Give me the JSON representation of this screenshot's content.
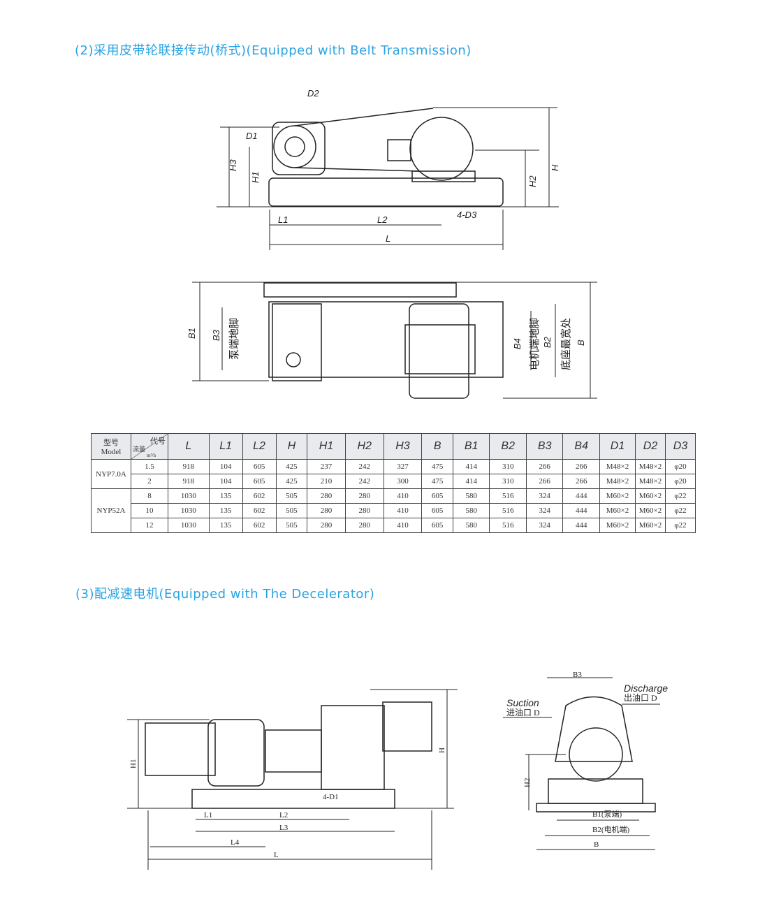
{
  "section2": {
    "title": "(2)采用皮带轮联接传动(桥式)(Equipped with Belt Transmission)",
    "side_labels": {
      "D2": "D2",
      "D1": "D1",
      "H3": "H3",
      "H1": "H1",
      "H2": "H2",
      "H": "H",
      "L1": "L1",
      "L2": "L2",
      "D3": "4-D3",
      "L": "L"
    },
    "top_labels": {
      "B1": "B1",
      "B3": "B3",
      "B3_cn": "泵端地脚",
      "B4": "B4",
      "B4_cn": "电机端地脚",
      "B2": "B2",
      "B2_cn": "底座最宽处",
      "B": "B"
    }
  },
  "table": {
    "corner": {
      "model_cn": "型号",
      "model_en": "Model",
      "code": "代号",
      "flow": "流量",
      "unit": "m³/h"
    },
    "headers": [
      "L",
      "L1",
      "L2",
      "H",
      "H1",
      "H2",
      "H3",
      "B",
      "B1",
      "B2",
      "B3",
      "B4",
      "D1",
      "D2",
      "D3"
    ],
    "groups": [
      {
        "model": "NYP7.0A",
        "rows": [
          [
            "1.5",
            "918",
            "104",
            "605",
            "425",
            "237",
            "242",
            "327",
            "475",
            "414",
            "310",
            "266",
            "266",
            "M48×2",
            "M48×2",
            "φ20"
          ],
          [
            "2",
            "918",
            "104",
            "605",
            "425",
            "210",
            "242",
            "300",
            "475",
            "414",
            "310",
            "266",
            "266",
            "M48×2",
            "M48×2",
            "φ20"
          ]
        ]
      },
      {
        "model": "NYP52A",
        "rows": [
          [
            "8",
            "1030",
            "135",
            "602",
            "505",
            "280",
            "280",
            "410",
            "605",
            "580",
            "516",
            "324",
            "444",
            "M60×2",
            "M60×2",
            "φ22"
          ],
          [
            "10",
            "1030",
            "135",
            "602",
            "505",
            "280",
            "280",
            "410",
            "605",
            "580",
            "516",
            "324",
            "444",
            "M60×2",
            "M60×2",
            "φ22"
          ],
          [
            "12",
            "1030",
            "135",
            "602",
            "505",
            "280",
            "280",
            "410",
            "605",
            "580",
            "516",
            "324",
            "444",
            "M60×2",
            "M60×2",
            "φ22"
          ]
        ]
      }
    ]
  },
  "section3": {
    "title": "(3)配减速电机(Equipped with The Decelerator)",
    "side_labels": {
      "H1": "H1",
      "H": "H",
      "D1": "4-D1",
      "L1": "L1",
      "L2": "L2",
      "L3": "L3",
      "L4": "L4",
      "L": "L"
    },
    "front_labels": {
      "B3": "B3",
      "discharge": "Discharge",
      "discharge_cn": "出油口 D",
      "suction": "Suction",
      "suction_cn": "进油口 D",
      "H2": "H2",
      "B1": "B1(泵端)",
      "B2": "B2(电机端)",
      "B": "B"
    }
  }
}
